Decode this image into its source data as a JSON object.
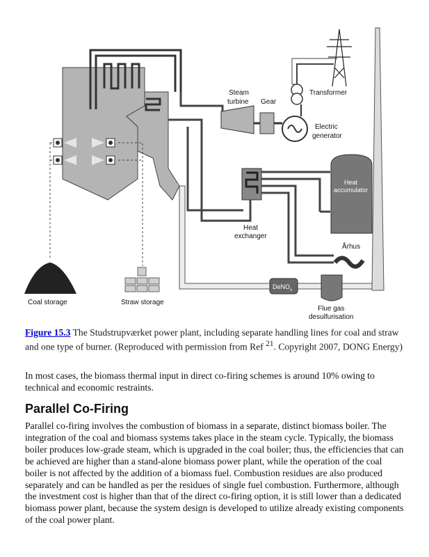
{
  "figure": {
    "labels": {
      "steam_turbine_1": "Steam",
      "steam_turbine_2": "turbine",
      "gear": "Gear",
      "transformer": "Transformer",
      "electric_generator_1": "Electric",
      "electric_generator_2": "generator",
      "heat_accumulator_1": "Heat",
      "heat_accumulator_2": "accumulator",
      "heat_exchanger_1": "Heat",
      "heat_exchanger_2": "exchanger",
      "aarhus": "Århus",
      "denox": "DeNO",
      "denox_sub": "x",
      "flue_gas_1": "Flue gas",
      "flue_gas_2": "desulfurisation",
      "coal_storage": "Coal storage",
      "straw_storage": "Straw storage"
    },
    "caption": {
      "ref": "Figure 15.3",
      "text_before_sup": " The Studstrupværket power plant, including separate handling lines for coal and straw and one type of burner. (Reproduced with permission from Ref ",
      "sup": "21",
      "text_after_sup": ". Copyright 2007, DONG Energy)"
    }
  },
  "paragraph1": "In most cases, the biomass thermal input in direct co-firing schemes is around 10% owing to technical and economic restraints.",
  "section": {
    "heading": "Parallel Co-Firing",
    "body": "Parallel co-firing involves the combustion of biomass in a separate, distinct biomass boiler. The integration of the coal and biomass systems takes place in the steam cycle. Typically, the biomass boiler produces low-grade steam, which is upgraded in the coal boiler; thus, the efficiencies that can be achieved are higher than a stand-alone biomass power plant, while the operation of the coal boiler is not affected by the addition of a biomass fuel. Combustion residues are also produced separately and can be handled as per the residues of single fuel combustion. Furthermore, although the investment cost is higher than that of the direct co-firing option, it is still lower than a dedicated biomass power plant, because the system design is developed to utilize already existing components of the coal power plant."
  },
  "colors": {
    "boiler_gray": "#b4b4b4",
    "pipe_dark": "#444444",
    "accumulator": "#777777",
    "link": "#0000cc"
  }
}
